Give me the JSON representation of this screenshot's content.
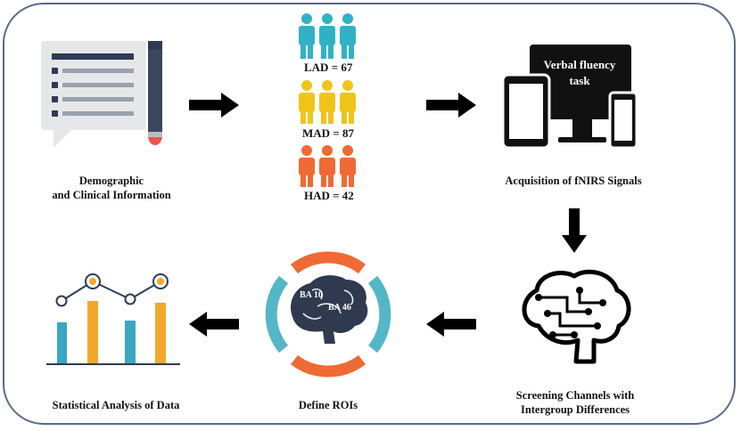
{
  "steps": {
    "demographic": {
      "line1": "Demographic",
      "line2": "and Clinical Information"
    },
    "acquisition": {
      "label": "Acquisition of fNIRS Signals",
      "screen_text_line1": "Verbal fluency",
      "screen_text_line2": "task"
    },
    "screening": {
      "line1": "Screening Channels with",
      "line2": "Intergroup Differences"
    },
    "define_rois": {
      "label": "Define ROIs",
      "region1": "BA 10",
      "region2": "BA 46"
    },
    "statistics": {
      "label": "Statistical Analysis of Data"
    }
  },
  "groups": [
    {
      "label": "LAD = 67",
      "color": "#2fb3c4"
    },
    {
      "label": "MAD = 87",
      "color": "#f0c419"
    },
    {
      "label": "HAD = 42",
      "color": "#ef6a35"
    }
  ],
  "colors": {
    "frame": "#5a6b8c",
    "arrow": "#000000",
    "teal": "#3aa6c2",
    "orange": "#f2a92a",
    "ring_orange": "#ef6a35",
    "ring_teal": "#55b6c7",
    "brain": "#2f3a4f"
  }
}
